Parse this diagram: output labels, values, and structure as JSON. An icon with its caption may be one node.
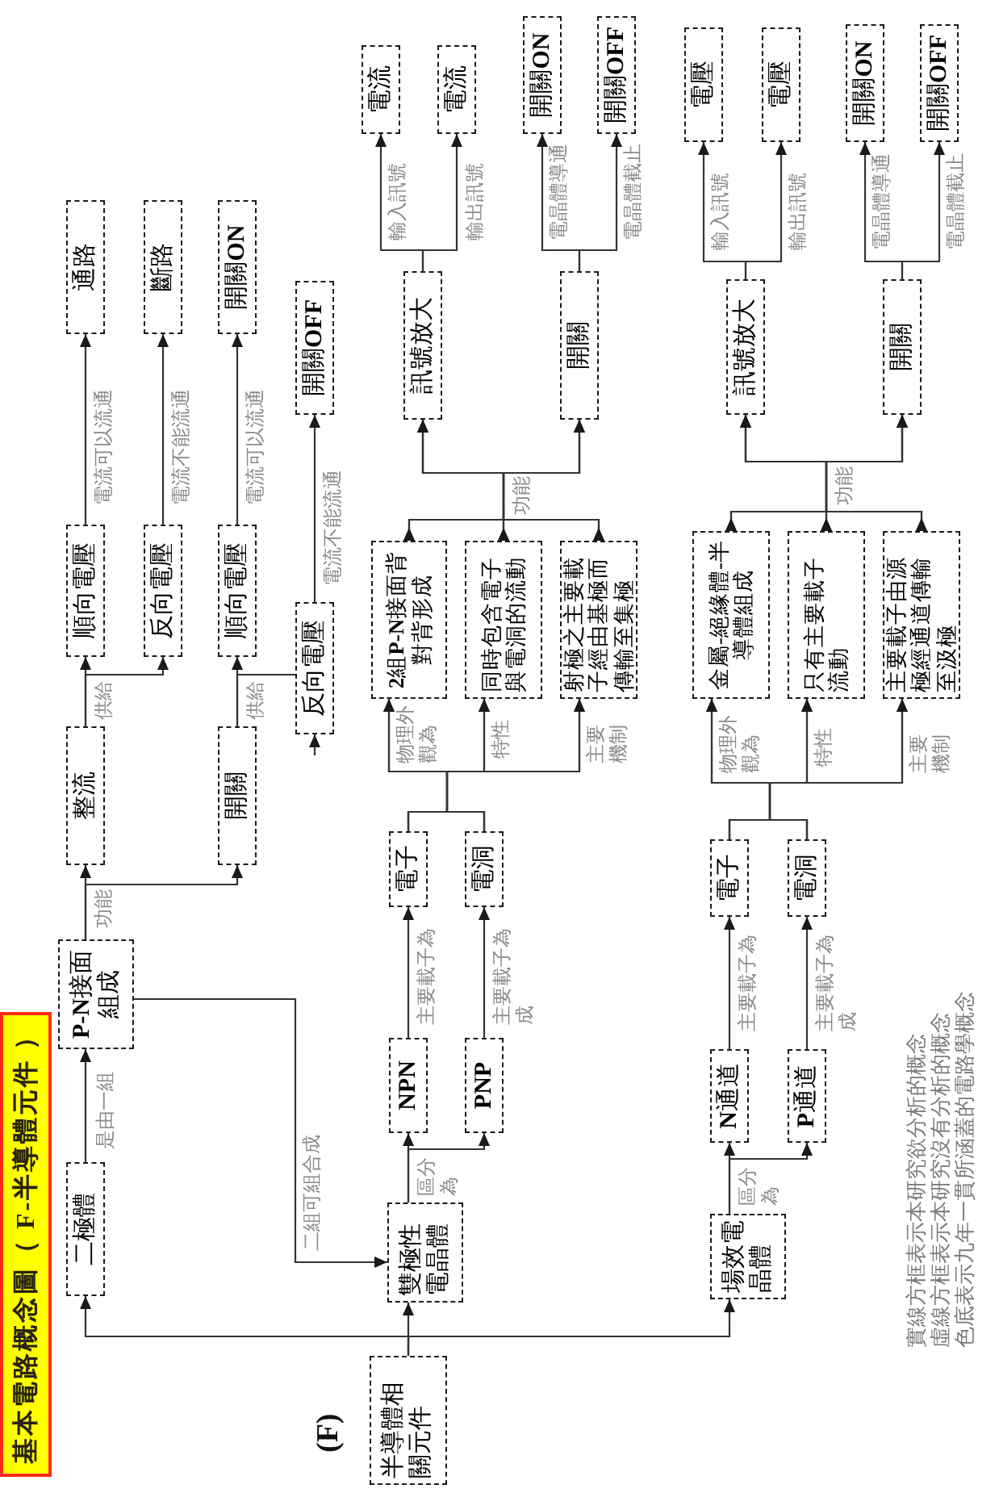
{
  "diagram": {
    "title": "基本電路概念圖（ F-半導體元件 ）",
    "nodes": [
      {
        "text": [
          "半導體相關元件"
        ]
      },
      {
        "text": [
          "二極體"
        ]
      },
      {
        "text": [
          "**P-N**接面組成"
        ]
      },
      {
        "text": [
          "整流"
        ]
      },
      {
        "text": [
          "開關"
        ]
      },
      {
        "text": [
          "順向電壓"
        ]
      },
      {
        "text": [
          "反向電壓"
        ]
      },
      {
        "text": [
          "通路"
        ]
      },
      {
        "text": [
          "斷路"
        ]
      },
      {
        "text": [
          "順向電壓"
        ]
      },
      {
        "text": [
          "反向電壓"
        ]
      },
      {
        "text": [
          "開關**ON**"
        ]
      },
      {
        "text": [
          "開關**OFF**"
        ]
      },
      {
        "text": [
          "雙極性電晶體"
        ]
      },
      {
        "text": [
          "NPN"
        ]
      },
      {
        "text": [
          "PNP"
        ]
      },
      {
        "text": [
          "電子"
        ]
      },
      {
        "text": [
          "電洞"
        ]
      },
      {
        "text": [
          "**2**組**P-N**接面背對背形成"
        ]
      },
      {
        "text": [
          "同時包含電子與電洞的流動"
        ]
      },
      {
        "text": [
          "射極之主要載子經由基極而傳輸至集極"
        ]
      },
      {
        "text": [
          "訊號放大"
        ]
      },
      {
        "text": [
          "開關"
        ]
      },
      {
        "text": [
          "電流"
        ]
      },
      {
        "text": [
          "電流"
        ]
      },
      {
        "text": [
          "開關**ON**"
        ]
      },
      {
        "text": [
          "開關**OFF**"
        ]
      },
      {
        "text": [
          "場效電晶體"
        ]
      },
      {
        "text": [
          "**N**通道"
        ]
      },
      {
        "text": [
          "**P**通道"
        ]
      },
      {
        "text": [
          "電子"
        ]
      },
      {
        "text": [
          "電洞"
        ]
      },
      {
        "text": [
          "金屬-絕緣體-半導體組成"
        ]
      },
      {
        "text": [
          "只有主要載子流動"
        ]
      },
      {
        "text": [
          "主要載子由源極經通道傳輸至汲極"
        ]
      },
      {
        "text": [
          "訊號放大"
        ]
      },
      {
        "text": [
          "開關"
        ]
      },
      {
        "text": [
          "電壓"
        ]
      },
      {
        "text": [
          "電壓"
        ]
      },
      {
        "text": [
          "開關**ON**"
        ]
      },
      {
        "text": [
          "開關**OFF**"
        ]
      }
    ],
    "edges": [
      {
        "from": 0,
        "to": 1,
        "arrow": "to"
      },
      {
        "from": 0,
        "to": 13,
        "arrow": "to"
      },
      {
        "from": 0,
        "to": 27,
        "arrow": "to"
      },
      {
        "from": 1,
        "to": 2,
        "arrow": "to",
        "label": "是由一組"
      },
      {
        "from": 2,
        "to": 13,
        "arrow": "to",
        "label": "二組可組合成"
      },
      {
        "from": 2,
        "to": 3,
        "arrow": "to",
        "label": "功能"
      },
      {
        "from": 2,
        "to": 4,
        "arrow": "to"
      },
      {
        "from": 3,
        "to": 5,
        "arrow": "to",
        "label": "供給"
      },
      {
        "from": 3,
        "to": 6,
        "arrow": "to"
      },
      {
        "from": 5,
        "to": 7,
        "arrow": "to",
        "label": "電流可以流通"
      },
      {
        "from": 6,
        "to": 8,
        "arrow": "to",
        "label": "電流不能流通"
      },
      {
        "from": 4,
        "to": 9,
        "arrow": "to",
        "label": "供給"
      },
      {
        "from": 4,
        "to": 10,
        "arrow": "none"
      },
      {
        "from": 9,
        "to": 11,
        "arrow": "to",
        "label": "電流可以流通"
      },
      {
        "from": 10,
        "to": 12,
        "arrow": "to",
        "label": "電流不能流通"
      },
      {
        "from": 13,
        "to": 14,
        "arrow": "to",
        "label": "區分為"
      },
      {
        "from": 13,
        "to": 15,
        "arrow": "to"
      },
      {
        "from": 14,
        "to": 16,
        "arrow": "to",
        "label": "主要載子為"
      },
      {
        "from": 15,
        "to": 17,
        "arrow": "to",
        "label": "主要載子為成"
      },
      {
        "from": 16,
        "to": 18,
        "arrow": "to",
        "label": "物理外觀為"
      },
      {
        "from": 16,
        "to": 19,
        "arrow": "to",
        "label": "特性"
      },
      {
        "from": 16,
        "to": 20,
        "arrow": "to",
        "label": "主要機制"
      },
      {
        "from": 17,
        "to": 18,
        "arrow": "to"
      },
      {
        "from": 17,
        "to": 19,
        "arrow": "to"
      },
      {
        "from": 17,
        "to": 20,
        "arrow": "to"
      },
      {
        "from": 18,
        "to": 21,
        "arrow": "to",
        "label": "功能"
      },
      {
        "from": 18,
        "to": 22,
        "arrow": "to"
      },
      {
        "from": 19,
        "to": 21,
        "arrow": "to"
      },
      {
        "from": 19,
        "to": 22,
        "arrow": "to"
      },
      {
        "from": 20,
        "to": 21,
        "arrow": "to"
      },
      {
        "from": 20,
        "to": 22,
        "arrow": "to"
      },
      {
        "from": 21,
        "to": 23,
        "arrow": "to",
        "label": "輸入訊號"
      },
      {
        "from": 21,
        "to": 24,
        "arrow": "to",
        "label": "輸出訊號"
      },
      {
        "from": 22,
        "to": 25,
        "arrow": "to",
        "label": "電晶體導通"
      },
      {
        "from": 22,
        "to": 26,
        "arrow": "to",
        "label": "電晶體截止"
      },
      {
        "from": 27,
        "to": 28,
        "arrow": "to",
        "label": "區分為"
      },
      {
        "from": 27,
        "to": 29,
        "arrow": "to"
      },
      {
        "from": 28,
        "to": 30,
        "arrow": "to",
        "label": "主要載子為"
      },
      {
        "from": 29,
        "to": 31,
        "arrow": "to",
        "label": "主要載子為成"
      },
      {
        "from": 30,
        "to": 32,
        "arrow": "to",
        "label": "物理外觀為"
      },
      {
        "from": 30,
        "to": 33,
        "arrow": "to",
        "label": "特性"
      },
      {
        "from": 30,
        "to": 34,
        "arrow": "to",
        "label": "主要機制"
      },
      {
        "from": 31,
        "to": 32,
        "arrow": "to"
      },
      {
        "from": 31,
        "to": 33,
        "arrow": "to"
      },
      {
        "from": 31,
        "to": 34,
        "arrow": "to"
      },
      {
        "from": 32,
        "to": 35,
        "arrow": "to",
        "label": "功能"
      },
      {
        "from": 32,
        "to": 36,
        "arrow": "to"
      },
      {
        "from": 33,
        "to": 35,
        "arrow": "to"
      },
      {
        "from": 33,
        "to": 36,
        "arrow": "to"
      },
      {
        "from": 34,
        "to": 35,
        "arrow": "to"
      },
      {
        "from": 34,
        "to": 36,
        "arrow": "to"
      },
      {
        "from": 35,
        "to": 37,
        "arrow": "to",
        "label": "輸入訊號"
      },
      {
        "from": 35,
        "to": 38,
        "arrow": "to",
        "label": "輸出訊號"
      },
      {
        "from": 36,
        "to": 39,
        "arrow": "to",
        "label": "電晶體導通"
      },
      {
        "from": 36,
        "to": 40,
        "arrow": "to",
        "label": "電晶體截止"
      },
      {
        "from": null,
        "to": 10,
        "arrow": "to"
      }
    ],
    "labels": [
      "(F)",
      "實線方框表示本研究欲分析的概念",
      "虛線方框表示本研究沒有分析的概念",
      "色底表示九年一貫所涵蓋的電路學概念"
    ]
  }
}
